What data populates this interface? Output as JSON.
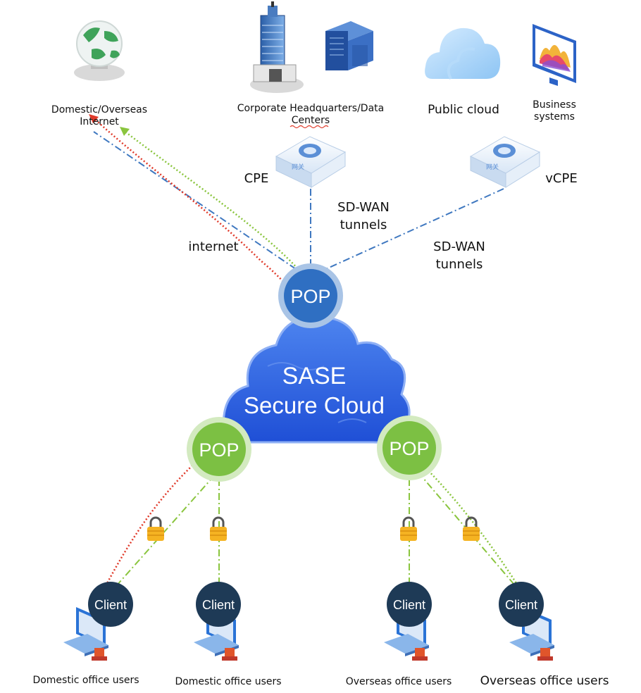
{
  "top": {
    "internet": {
      "line1": "Domestic/Overseas",
      "line2": "Internet",
      "icon": "globe-icon"
    },
    "hq": {
      "line1": "Corporate Headquarters/Data",
      "line2": "Centers",
      "icon": "building-icon",
      "icon2": "server-icon"
    },
    "cloud": {
      "label": "Public cloud",
      "icon": "cloud-icon"
    },
    "business": {
      "line1": "Business",
      "line2": "systems",
      "icon": "monitor-chart-icon"
    }
  },
  "gateways": {
    "cpe": {
      "label": "CPE",
      "icon": "gateway-icon"
    },
    "vcpe": {
      "label": "vCPE",
      "icon": "gateway-icon"
    }
  },
  "links": {
    "tunnels_left": {
      "line1": "SD-WAN",
      "line2": "tunnels"
    },
    "tunnels_right": {
      "line1": "SD-WAN",
      "line2": "tunnels"
    },
    "internet": "internet"
  },
  "pops": {
    "top": "POP",
    "left": "POP",
    "right": "POP"
  },
  "sase": {
    "line1": "SASE",
    "line2": "Secure Cloud"
  },
  "clients": [
    {
      "badge": "Client",
      "label": "Domestic office users"
    },
    {
      "badge": "Client",
      "label": "Domestic office users"
    },
    {
      "badge": "Client",
      "label": "Overseas office users"
    },
    {
      "badge": "Client",
      "label": "Overseas office users"
    }
  ],
  "colors": {
    "pop_top": "#2f6fc2",
    "pop_green": "#7cc043",
    "client_badge": "#1e3a56",
    "sase_cloud": "#2a5fe0",
    "line_blue": "#3f78c0",
    "line_red": "#e03a2a",
    "line_green": "#8ac53e"
  }
}
